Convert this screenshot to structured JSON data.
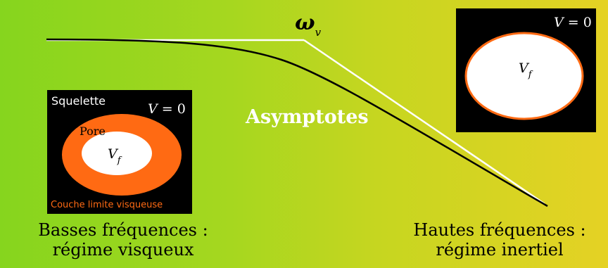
{
  "labels": {
    "omega_symbol": "ω",
    "omega_subscript": "v",
    "asymptotes": "Asymptotes"
  },
  "left_panel": {
    "skeleton_label": "Squelette",
    "v_var": "V",
    "v_eq": " = 0",
    "pore_label": "Pore",
    "vf_var": "V",
    "vf_sub": "f",
    "boundary_layer_label": "Couche limite visqueuse",
    "colors": {
      "background": "#000000",
      "boundary_layer": "#ff6a13",
      "fluid": "#ffffff"
    }
  },
  "right_panel": {
    "v_var": "V",
    "v_eq": " = 0",
    "vf_var": "V",
    "vf_sub": "f",
    "colors": {
      "background": "#000000",
      "fluid_outline": "#ff6a13",
      "fluid": "#ffffff"
    }
  },
  "captions": {
    "left_line1": "Basses fréquences :",
    "left_line2": "régime visqueux",
    "right_line1": "Hautes fréquences :",
    "right_line2": "régime inertiel"
  },
  "colors": {
    "gradient_left": "#86d51e",
    "gradient_right": "#e5d224",
    "curve": "#000000",
    "asymptote": "#ffffff"
  }
}
